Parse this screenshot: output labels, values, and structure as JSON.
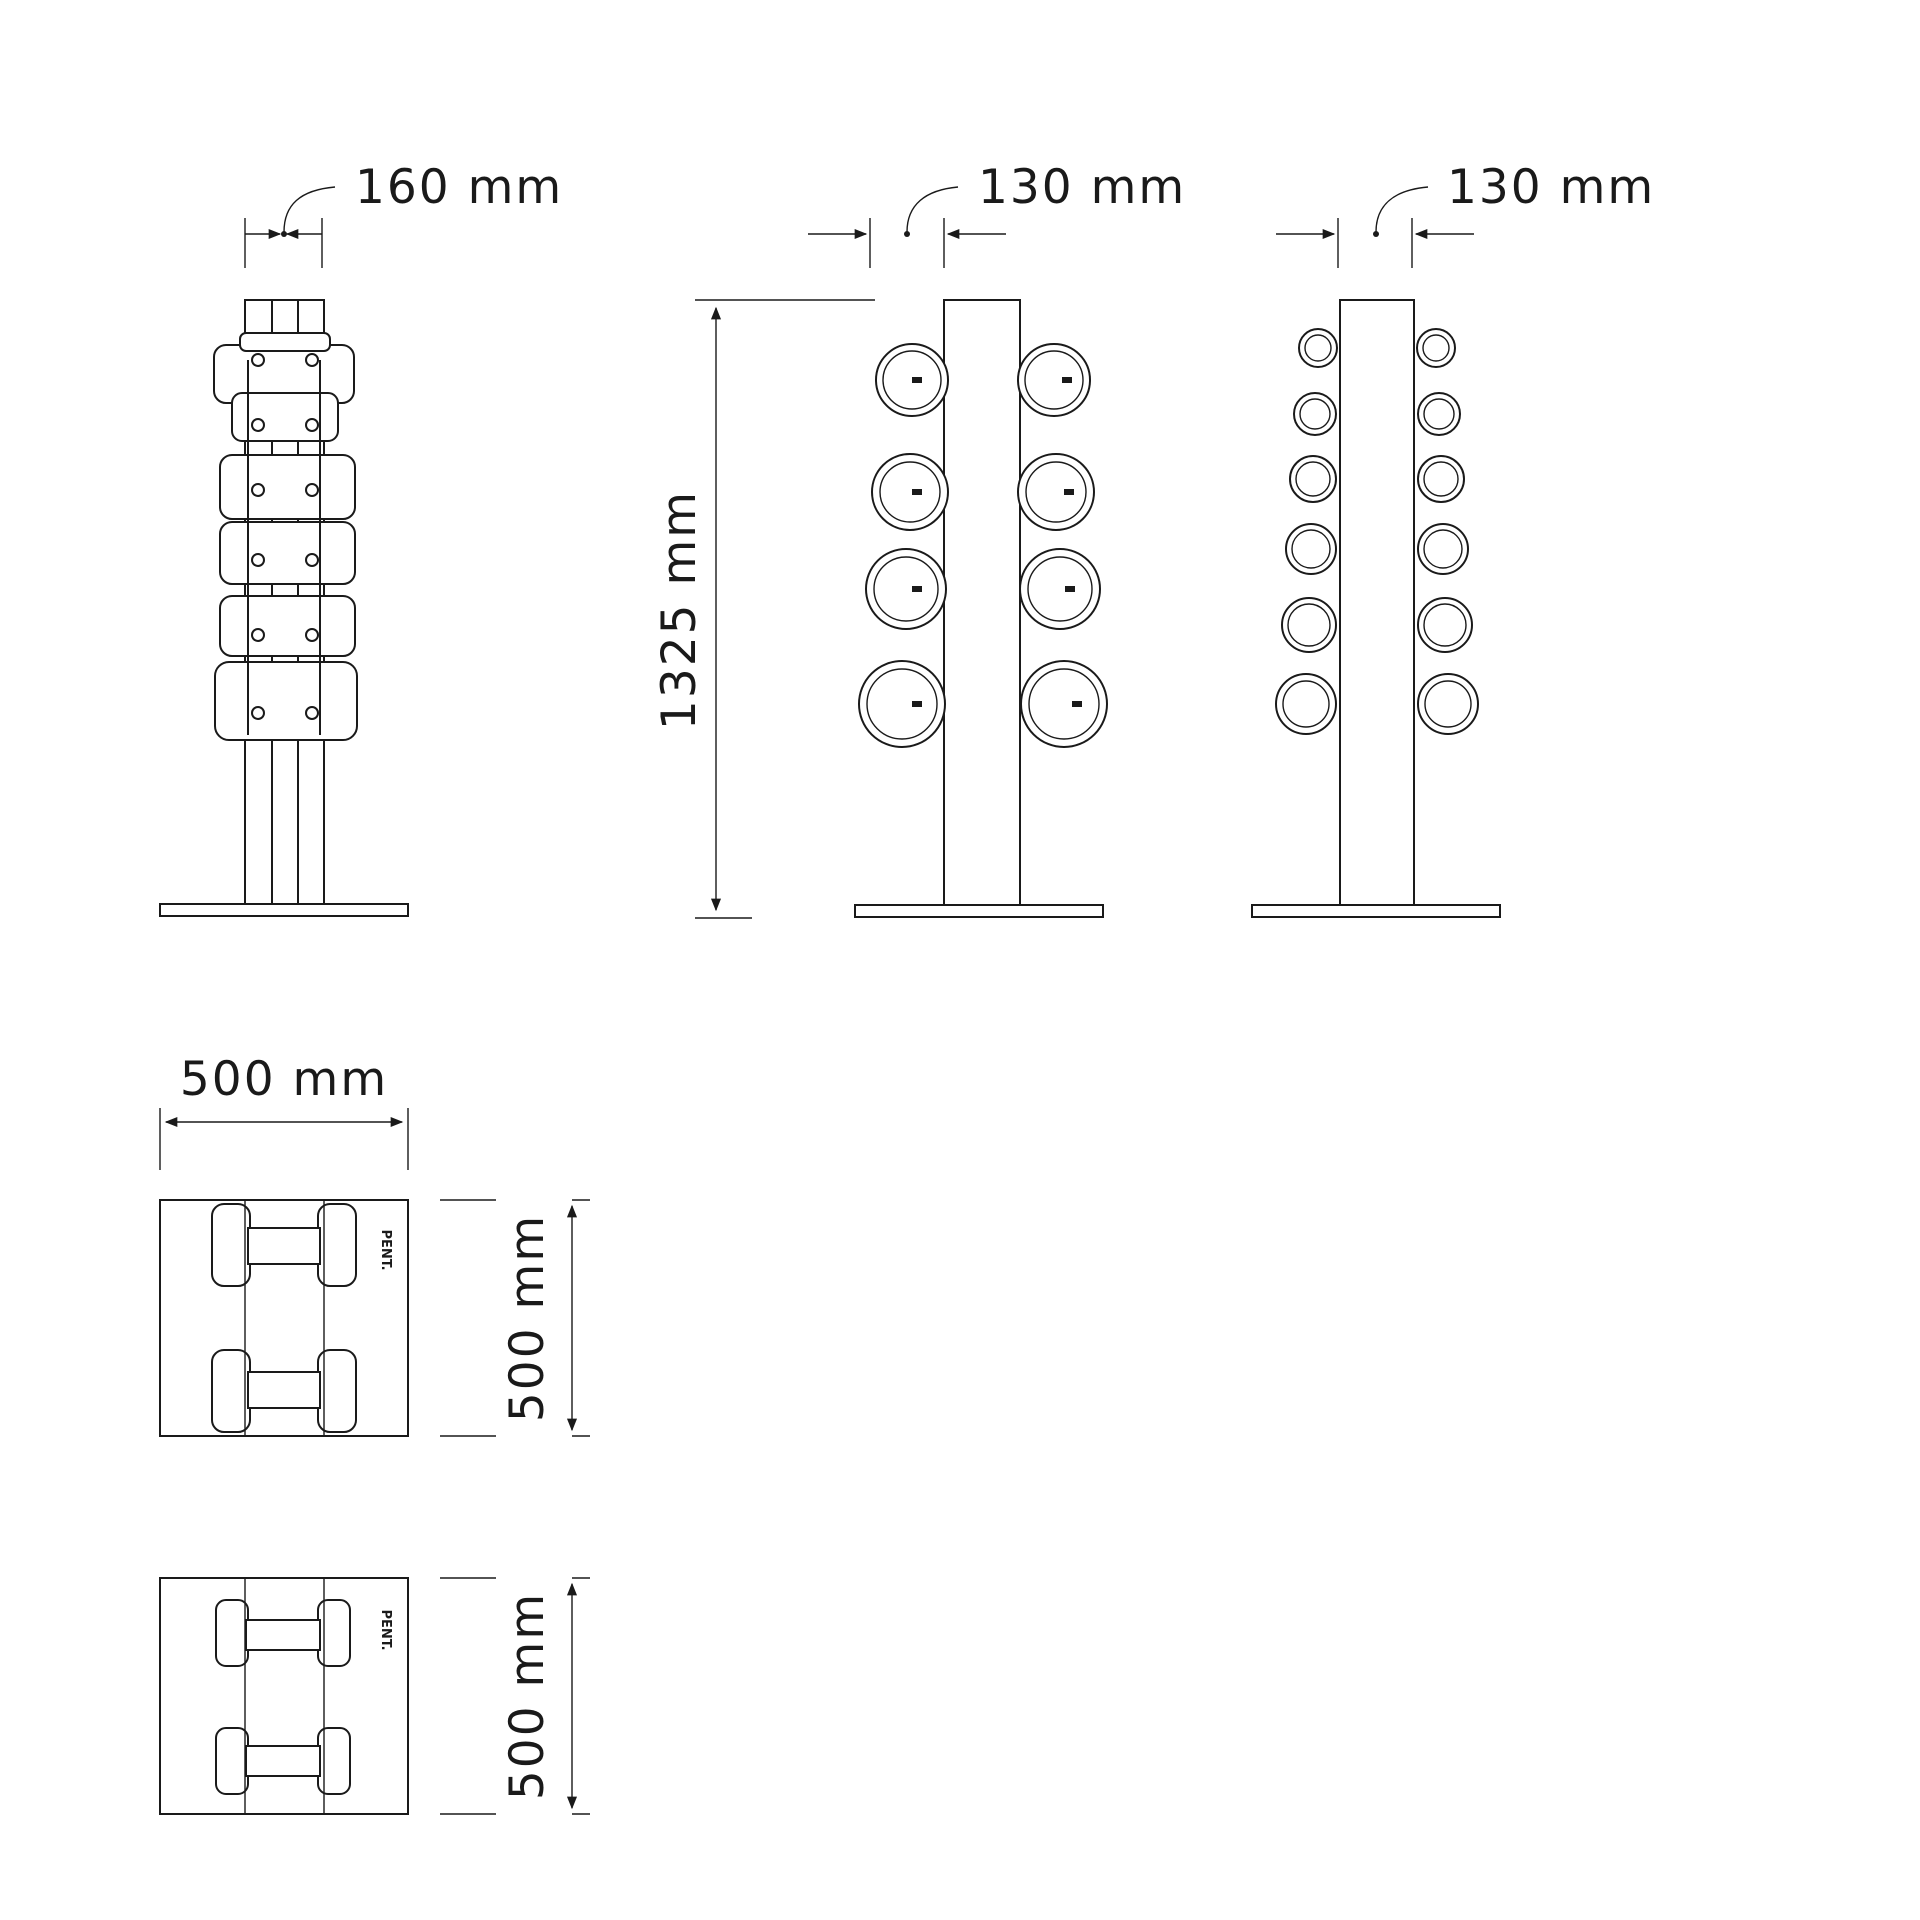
{
  "views": {
    "side": {
      "width_label": "160 mm"
    },
    "front_large": {
      "width_label": "130 mm",
      "height_label": "1325 mm"
    },
    "front_small": {
      "width_label": "130 mm"
    },
    "top_large": {
      "width_label": "500 mm",
      "depth_label": "500 mm",
      "brand": "PENT."
    },
    "top_small": {
      "depth_label": "500 mm",
      "brand": "PENT."
    }
  }
}
